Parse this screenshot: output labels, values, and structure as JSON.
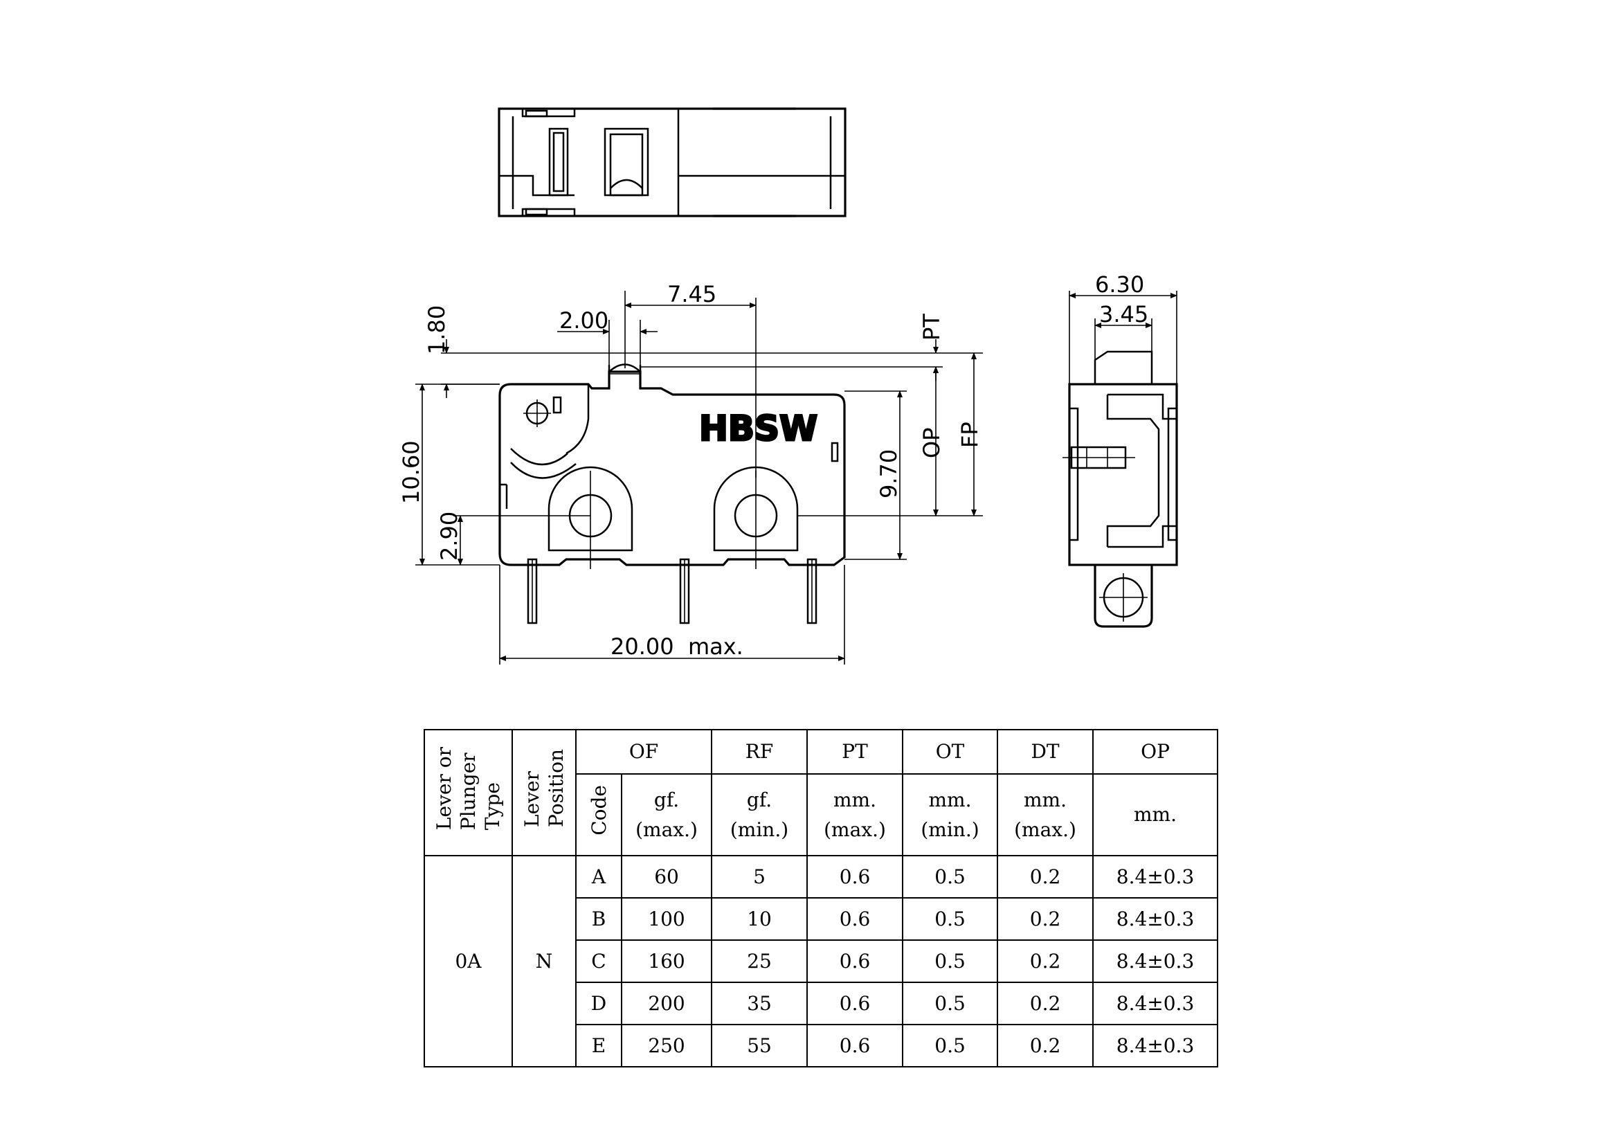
{
  "drawing": {
    "logo": "HBSW",
    "dimensions": {
      "plunger_offset": "7.45",
      "plunger_width": "2.00",
      "plunger_height": "1.80",
      "body_height": "10.60",
      "pin_height": "2.90",
      "op_height": "9.70",
      "body_length": "20.00  max.",
      "side_width": "6.30",
      "side_inner_width": "3.45"
    },
    "symbols": {
      "pt": "PT",
      "op": "OP",
      "fp": "FP"
    }
  },
  "table": {
    "headers": {
      "lever_type": "Lever or\nPlunger\nType",
      "lever_position": "Lever\nPosition",
      "code": "Code",
      "of": "OF",
      "rf": "RF",
      "pt": "PT",
      "ot": "OT",
      "dt": "DT",
      "op": "OP"
    },
    "units": {
      "of": [
        "gf.",
        "(max.)"
      ],
      "rf": [
        "gf.",
        "(min.)"
      ],
      "pt": [
        "mm.",
        "(max.)"
      ],
      "ot": [
        "mm.",
        "(min.)"
      ],
      "dt": [
        "mm.",
        "(max.)"
      ],
      "op": "mm."
    },
    "lever_type": "0A",
    "lever_position": "N",
    "rows": [
      {
        "code": "A",
        "of": "60",
        "rf": "5",
        "pt": "0.6",
        "ot": "0.5",
        "dt": "0.2",
        "op": "8.4±0.3"
      },
      {
        "code": "B",
        "of": "100",
        "rf": "10",
        "pt": "0.6",
        "ot": "0.5",
        "dt": "0.2",
        "op": "8.4±0.3"
      },
      {
        "code": "C",
        "of": "160",
        "rf": "25",
        "pt": "0.6",
        "ot": "0.5",
        "dt": "0.2",
        "op": "8.4±0.3"
      },
      {
        "code": "D",
        "of": "200",
        "rf": "35",
        "pt": "0.6",
        "ot": "0.5",
        "dt": "0.2",
        "op": "8.4±0.3"
      },
      {
        "code": "E",
        "of": "250",
        "rf": "55",
        "pt": "0.6",
        "ot": "0.5",
        "dt": "0.2",
        "op": "8.4±0.3"
      }
    ]
  }
}
